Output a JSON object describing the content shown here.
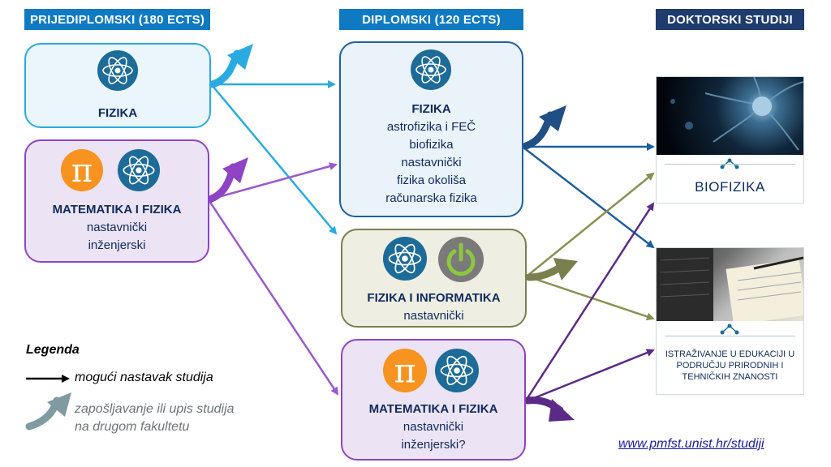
{
  "headers": {
    "undergrad": "PRIJEDIPLOMSKI (180 ECTS)",
    "graduate": "DIPLOMSKI (120 ECTS)",
    "doctoral": "DOKTORSKI STUDIJI"
  },
  "undergrad": {
    "fizika": {
      "title": "FIZIKA"
    },
    "matfiz": {
      "title": "MATEMATIKA I FIZIKA",
      "lines": [
        "nastavnički",
        "inženjerski"
      ]
    }
  },
  "graduate": {
    "fizika": {
      "title": "FIZIKA",
      "lines": [
        "astrofizika i FEČ",
        "biofizika",
        "nastavnički",
        "fizika okoliša",
        "računarska fizika"
      ]
    },
    "fizinf": {
      "title": "FIZIKA I INFORMATIKA",
      "lines": [
        "nastavnički"
      ]
    },
    "matfiz": {
      "title": "MATEMATIKA I FIZIKA",
      "lines": [
        "nastavnički",
        "inženjerski?"
      ]
    }
  },
  "doctoral": {
    "biofizika": "BIOFIZIKA",
    "edukacija": [
      "ISTRAŽIVANJE U EDUKACIJI U",
      "PODRUČJU PRIRODNIH I",
      "TEHNIČKIH ZNANOSTI"
    ]
  },
  "legend": {
    "title": "Legenda",
    "continue": "mogući nastavak studija",
    "employment": [
      "zapošljavanje ili upis studija",
      "na drugom fakultetu"
    ]
  },
  "url": "www.pmfst.unist.hr/studiji",
  "icons": [
    "atom-icon",
    "pi-icon",
    "power-icon"
  ],
  "colors": {
    "header_blue": "#0f7ac2",
    "header_dark": "#1f3c6e",
    "undergrad_fizika_border": "#29abe2",
    "matfiz_border": "#8e44c4",
    "matfiz_fill": "#ece4f5",
    "graduate_fizika_border": "#1f5f9e",
    "fizinf_border": "#7b7f4e",
    "fizinf_fill": "#eeeee2",
    "text": "#0e2a5c"
  }
}
